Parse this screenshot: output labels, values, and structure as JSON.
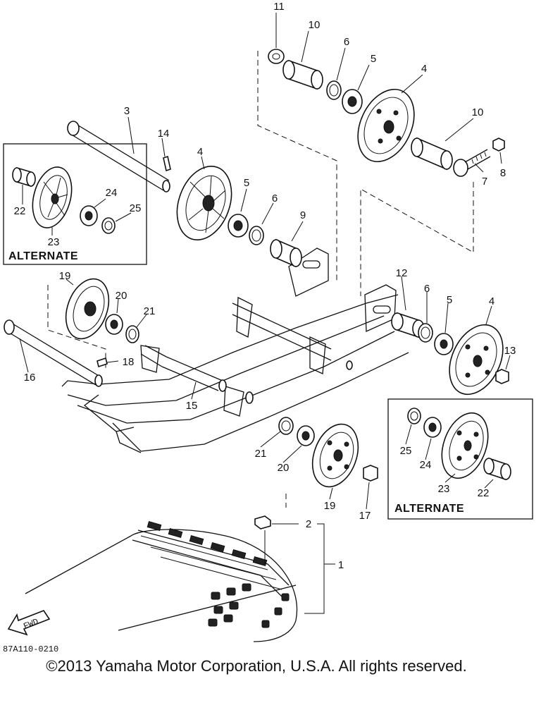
{
  "diagram": {
    "callouts": [
      "1",
      "2",
      "3",
      "4",
      "5",
      "6",
      "7",
      "8",
      "9",
      "10",
      "11",
      "12",
      "13",
      "14",
      "15",
      "16",
      "17",
      "18",
      "19",
      "20",
      "21",
      "22",
      "23",
      "24",
      "25"
    ],
    "alternate_label": "ALTERNATE",
    "figure_code": "87A110-0210",
    "fwd_label": "FWD"
  },
  "footer": {
    "copyright": "©2013 Yamaha Motor Corporation, U.S.A. All rights reserved."
  }
}
